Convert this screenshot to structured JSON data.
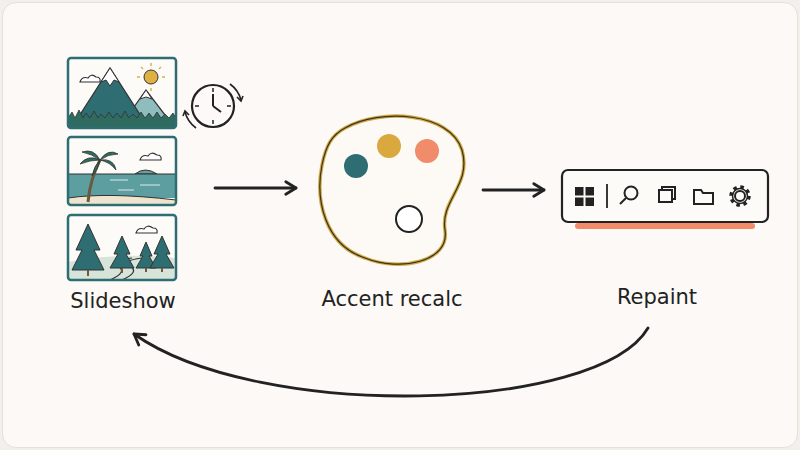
{
  "diagram": {
    "nodes": [
      {
        "text": [
          "Slideshow"
        ]
      },
      {
        "text": [
          "Accent recalc"
        ]
      },
      {
        "text": [
          "Repaint"
        ]
      }
    ],
    "edges": [
      {
        "from": 0,
        "to": 1,
        "arrow": "to"
      },
      {
        "from": 1,
        "to": 2,
        "arrow": "to"
      },
      {
        "from": 2,
        "to": 0,
        "arrow": "to"
      }
    ]
  }
}
